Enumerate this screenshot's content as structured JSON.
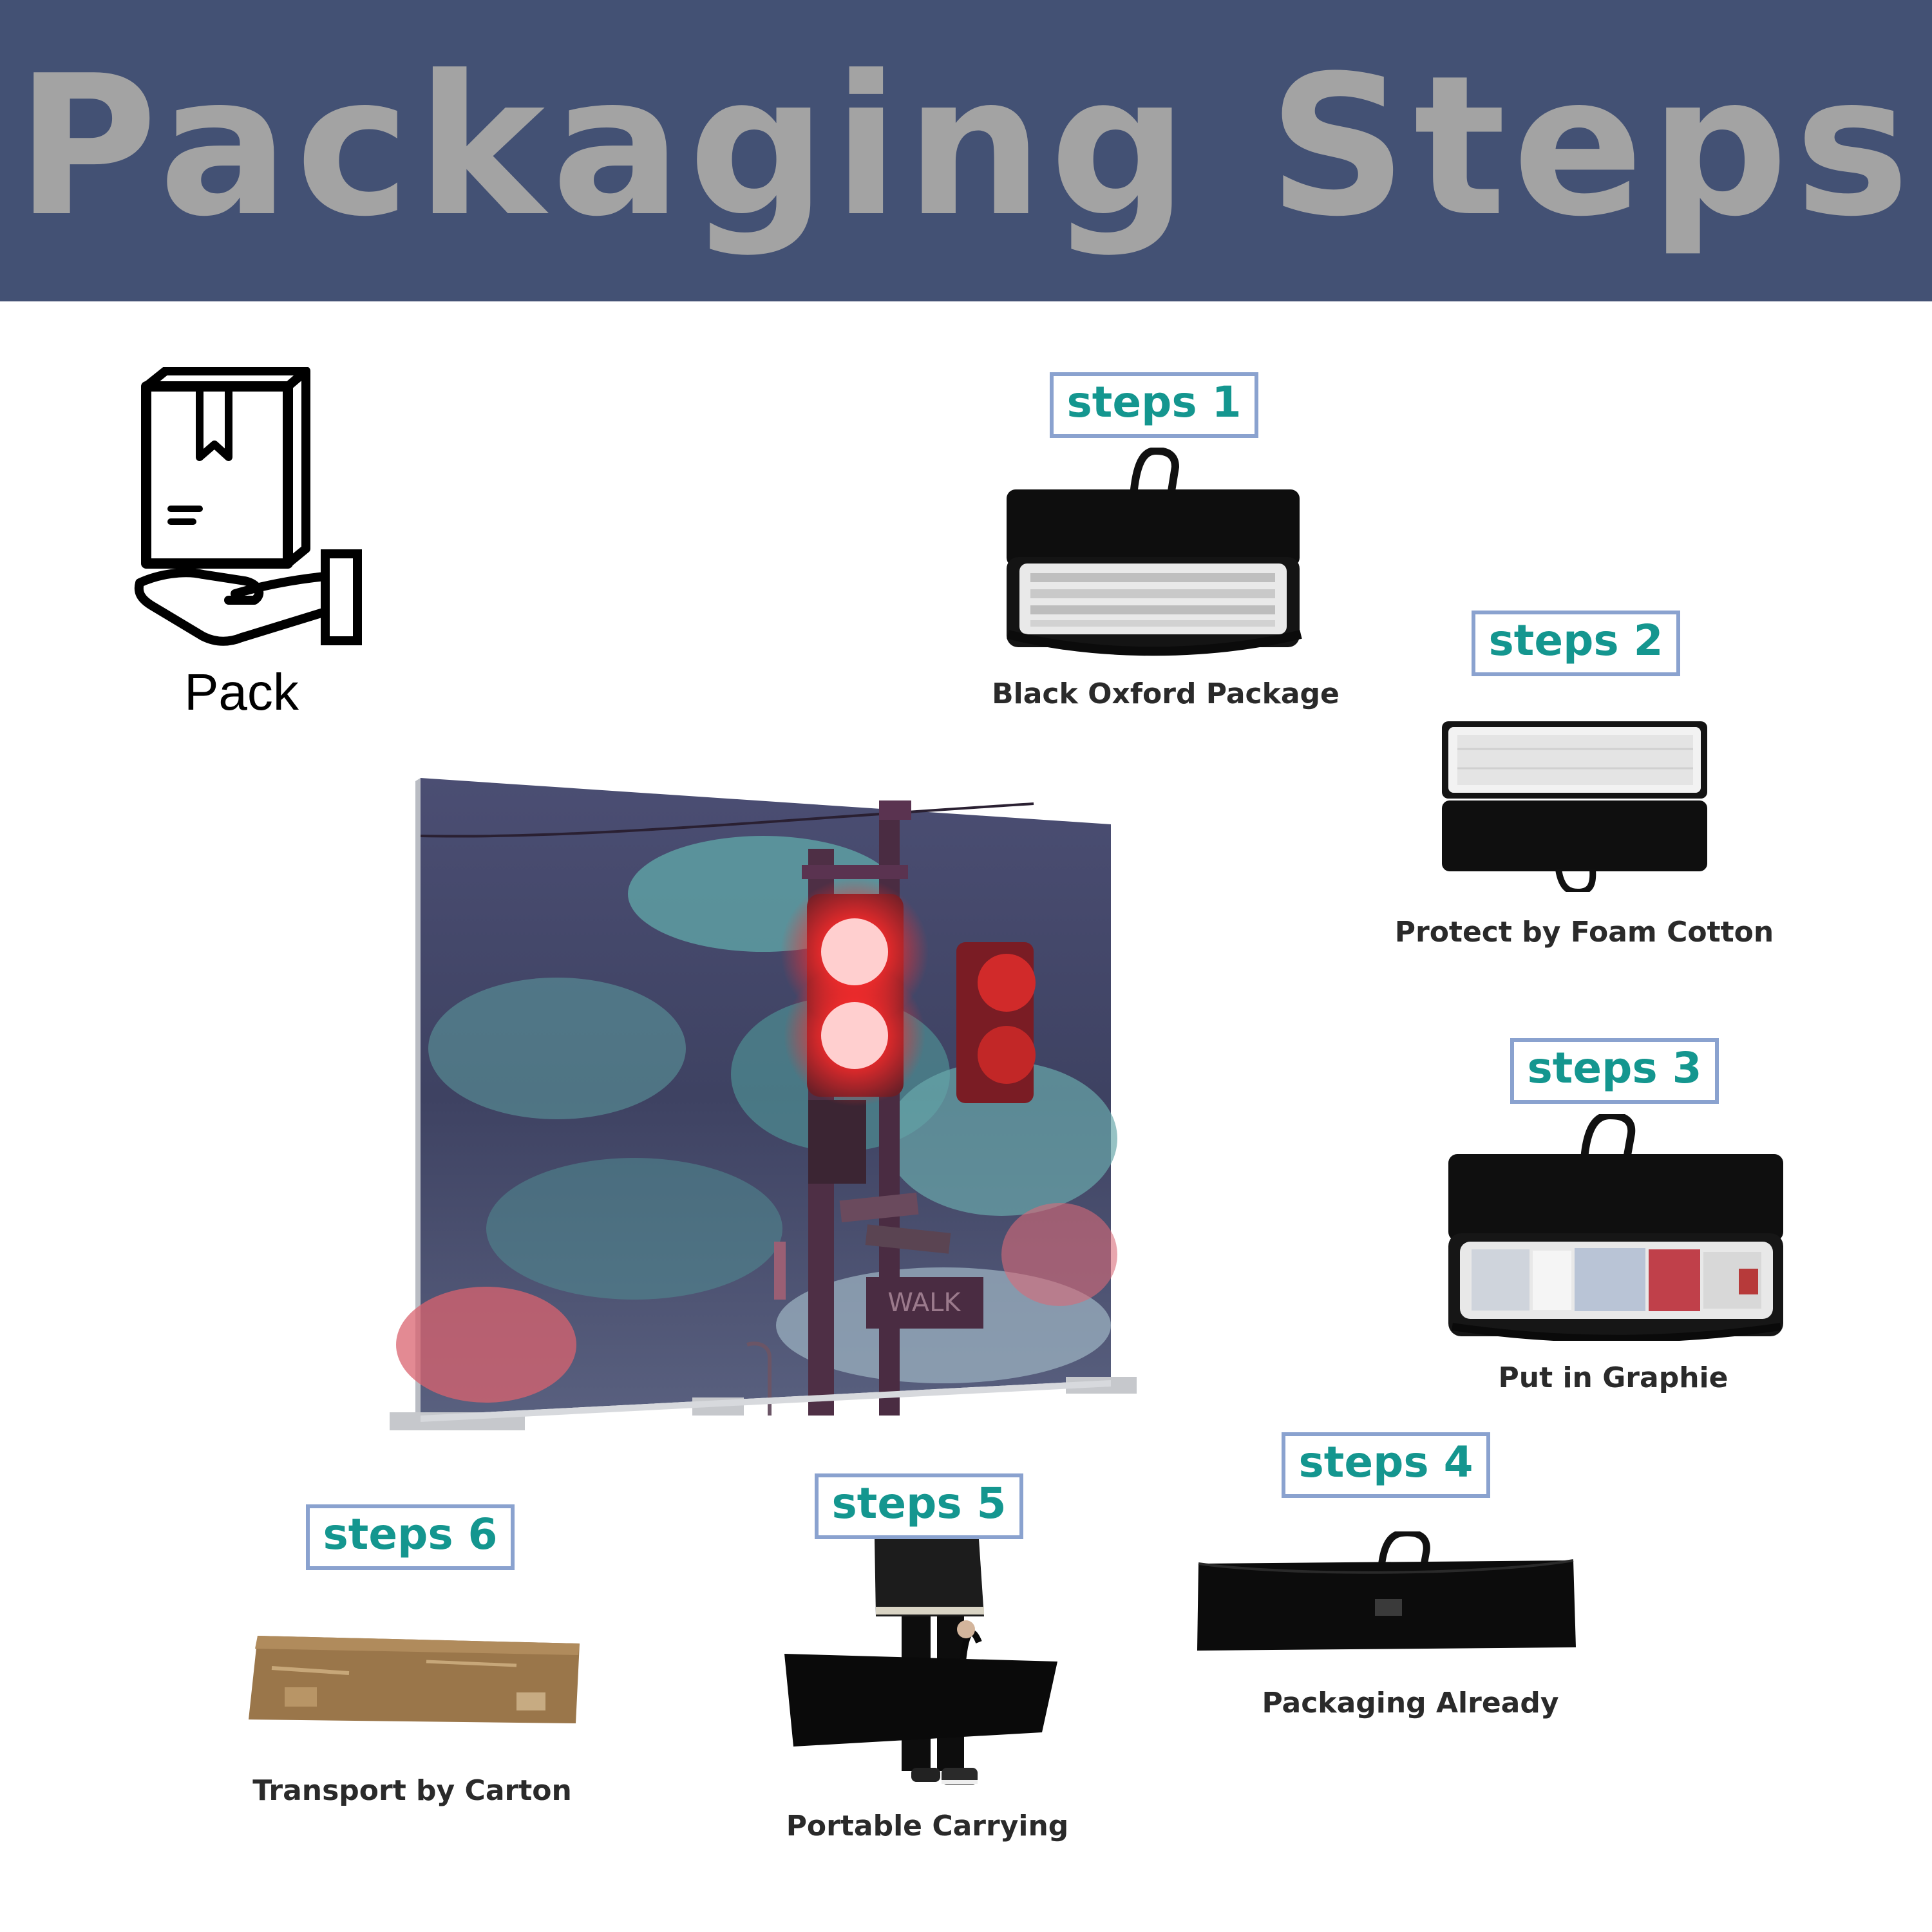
{
  "header": {
    "title": "Packaging Steps",
    "background": "#435174",
    "title_color": "#a3a3a3"
  },
  "pack": {
    "label": "Pack",
    "icon": "box-on-hand-icon"
  },
  "accent": {
    "badge_text": "#14968f",
    "badge_border": "#8aa2cf"
  },
  "steps": [
    {
      "badge": "steps 1",
      "caption": "Black Oxford Package",
      "image": "open-black-bag-with-frames"
    },
    {
      "badge": "steps 2",
      "caption": "Protect by Foam Cotton",
      "image": "bag-with-foam-cotton"
    },
    {
      "badge": "steps 3",
      "caption": "Put in Graphie",
      "image": "bag-with-graphic-fabric"
    },
    {
      "badge": "steps 4",
      "caption": "Packaging Already",
      "image": "closed-black-bag"
    },
    {
      "badge": "steps 5",
      "caption": "Portable Carrying",
      "image": "person-carrying-bag"
    },
    {
      "badge": "steps 6",
      "caption": "Transport by Carton",
      "image": "cardboard-carton"
    }
  ],
  "display": {
    "image": "lightbox-display-traffic-light-clouds",
    "sign_text": "WALK"
  }
}
